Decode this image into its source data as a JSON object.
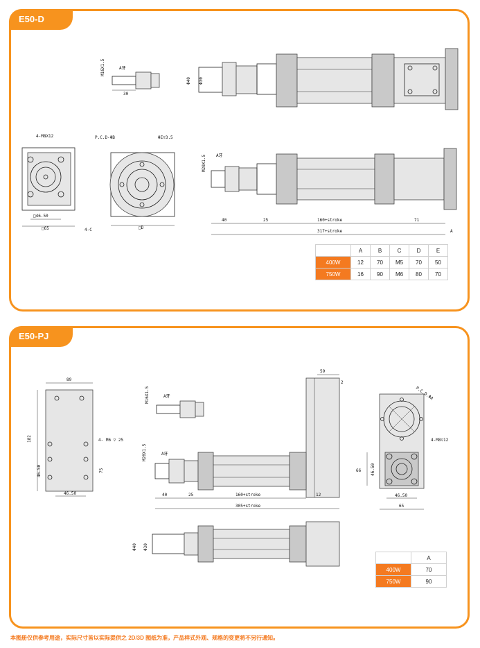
{
  "panels": [
    {
      "label": "E50-D"
    },
    {
      "label": "E50-PJ"
    }
  ],
  "labels_d": {
    "m_thread_small": "M16X1.5",
    "a_teeth_small": "A牙",
    "dim_30": "30",
    "phi40": "Φ40",
    "phi30": "Φ30",
    "m8x12": "4-M8X12",
    "pcd": "P.C.D-ΦB",
    "phiE": "ΦE▽3.5",
    "sq4650": "□46.50",
    "sq65": "□65",
    "c4": "4-C",
    "sqD": "□D",
    "m20": "M20X1.5",
    "a_teeth": "A牙",
    "d40": "40",
    "d25": "25",
    "stroke160": "160+stroke",
    "d71": "71",
    "stroke317": "317+stroke",
    "dA": "A"
  },
  "table_d": {
    "headers": [
      "",
      "A",
      "B",
      "C",
      "D",
      "E"
    ],
    "rows": [
      [
        "400W",
        "12",
        "70",
        "M5",
        "70",
        "50"
      ],
      [
        "750W",
        "16",
        "90",
        "M6",
        "80",
        "70"
      ]
    ]
  },
  "labels_pj": {
    "d89": "89",
    "d182": "182",
    "m6": "4- M6 ▽ 25",
    "d4650v": "46.50",
    "d75": "75",
    "d4650h": "46.50",
    "m_thread_small": "M16X1.5",
    "a_teeth_small": "A牙",
    "d59": "59",
    "d2": "2",
    "m20": "M20X1.5",
    "a_teeth": "A牙",
    "d40": "40",
    "d25": "25",
    "stroke160": "160+stroke",
    "d12": "12",
    "stroke305": "305+stroke",
    "phi40": "Φ40",
    "phi30": "Φ30",
    "pcd": "P.C.D.ΦA",
    "m8": "4-M8▽12",
    "d66": "66",
    "d4650v2": "46.50",
    "d4650h2": "46.50",
    "d65": "65"
  },
  "table_pj": {
    "headers": [
      "",
      "A"
    ],
    "rows": [
      [
        "400W",
        "70"
      ],
      [
        "750W",
        "90"
      ]
    ]
  },
  "footer": "本图册仅供参考用途，实际尺寸皆以实际提供之 2D/3D 图纸为准，产品样式外观、规格的变更将不另行通知。",
  "colors": {
    "accent": "#f7931e",
    "table_header": "#f47a20"
  }
}
